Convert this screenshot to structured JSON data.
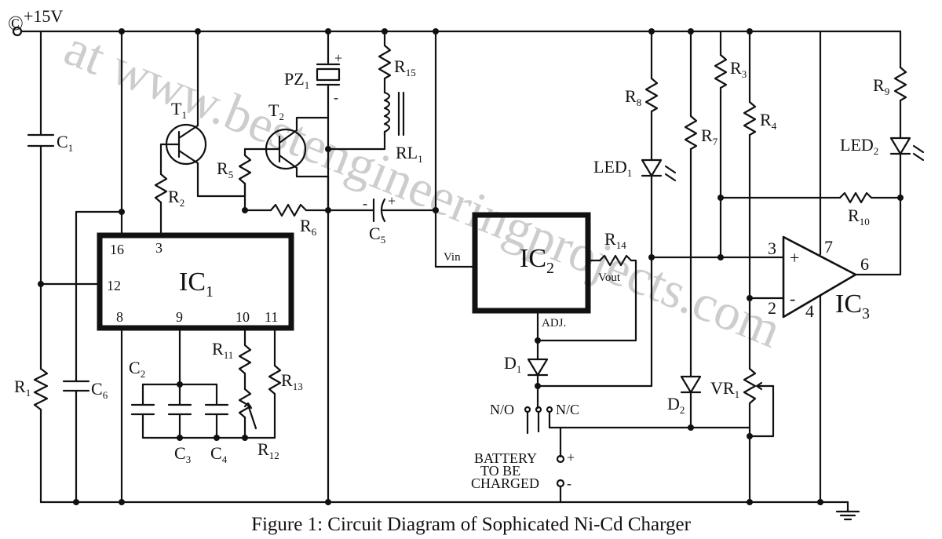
{
  "supply": "+15V",
  "watermark": "at www.bestengineeringprojects.com",
  "caption": "Figure 1: Circuit Diagram of Sophicated Ni-Cd Charger",
  "ic1": {
    "name": "IC",
    "sub": "1",
    "pins": {
      "p16": "16",
      "p3": "3",
      "p12": "12",
      "p8": "8",
      "p9": "9",
      "p10": "10",
      "p11": "11"
    }
  },
  "ic2": {
    "name": "IC",
    "sub": "2",
    "vin": "Vin",
    "vout": "Vout",
    "adj": "ADJ."
  },
  "ic3": {
    "name": "IC",
    "sub": "3",
    "p3": "3",
    "p2": "2",
    "p7": "7",
    "p6": "6",
    "p4": "4",
    "plus": "+",
    "minus": "-"
  },
  "parts": {
    "C": "C",
    "R": "R",
    "T": "T",
    "LED": "LED",
    "PZ": "PZ",
    "RL": "RL",
    "D": "D",
    "VR": "VR",
    "c1": "1",
    "c2": "2",
    "c3": "3",
    "c4": "4",
    "c5": "5",
    "c6": "6",
    "r1": "1",
    "r2": "2",
    "r3": "3",
    "r4": "4",
    "r5": "5",
    "r6": "6",
    "r7": "7",
    "r8": "8",
    "r9": "9",
    "r10": "10",
    "r11": "11",
    "r12": "12",
    "r13": "13",
    "r14": "14",
    "r15": "15",
    "t1": "1",
    "t2": "2",
    "led1": "1",
    "led2": "2",
    "pz1": "1",
    "rl1": "1",
    "d1": "1",
    "d2": "2",
    "vr1": "1"
  },
  "pz_plus": "+",
  "pz_minus": "-",
  "c5_minus": "-",
  "c5_plus": "+",
  "switch": {
    "no": "N/O",
    "nc": "N/C"
  },
  "battery": {
    "line1": "BATTERY",
    "line2": "TO BE",
    "line3": "CHARGED",
    "plus": "+",
    "minus": "-"
  },
  "copyright": "©"
}
